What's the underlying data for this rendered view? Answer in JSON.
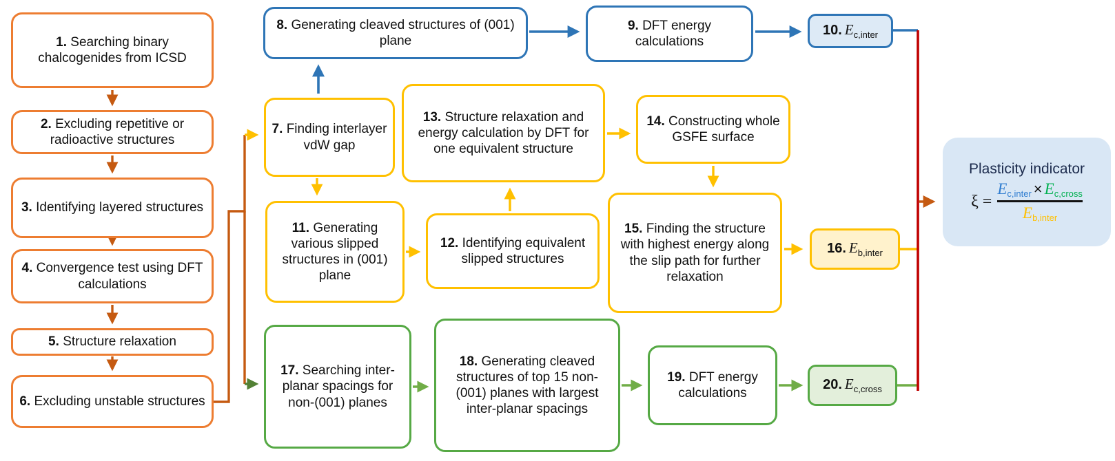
{
  "diagram": {
    "nodes": {
      "n1": {
        "num": "1.",
        "text": "Searching binary chalcogenides from ICSD"
      },
      "n2": {
        "num": "2.",
        "text": "Excluding repetitive or radioactive structures"
      },
      "n3": {
        "num": "3.",
        "text": "Identifying layered structures"
      },
      "n4": {
        "num": "4.",
        "text": "Convergence test using DFT calculations"
      },
      "n5": {
        "num": "5.",
        "text": "Structure relaxation"
      },
      "n6": {
        "num": "6.",
        "text": "Excluding unstable structures"
      },
      "n7": {
        "num": "7.",
        "text": "Finding interlayer vdW gap"
      },
      "n8": {
        "num": "8.",
        "text": "Generating cleaved structures of (001) plane"
      },
      "n9": {
        "num": "9.",
        "text": "DFT energy calculations"
      },
      "n10": {
        "num": "10.",
        "evar": "E",
        "sub": "c,inter"
      },
      "n11": {
        "num": "11.",
        "text": "Generating various slipped structures in (001) plane"
      },
      "n12": {
        "num": "12.",
        "text": "Identifying equivalent slipped structures"
      },
      "n13": {
        "num": "13.",
        "text": "Structure relaxation and energy calculation by DFT for one equivalent structure"
      },
      "n14": {
        "num": "14.",
        "text": "Constructing whole GSFE surface"
      },
      "n15": {
        "num": "15.",
        "text": "Finding the structure with highest energy along the slip path for further relaxation"
      },
      "n16": {
        "num": "16.",
        "evar": "E",
        "sub": "b,inter"
      },
      "n17": {
        "num": "17.",
        "text": "Searching inter-planar spacings for non-(001) planes"
      },
      "n18": {
        "num": "18.",
        "text": "Generating cleaved structures of top 15 non-(001) planes with largest inter-planar spacings"
      },
      "n19": {
        "num": "19.",
        "text": "DFT energy calculations"
      },
      "n20": {
        "num": "20.",
        "evar": "E",
        "sub": "c,cross"
      }
    },
    "indicator": {
      "title": "Plasticity indicator",
      "xi": "ξ =",
      "numerator_left": {
        "evar": "E",
        "sub": "c,inter"
      },
      "times": "×",
      "numerator_right": {
        "evar": "E",
        "sub": "c,cross"
      },
      "denominator": {
        "evar": "E",
        "sub": "b,inter"
      }
    },
    "colors": {
      "orange_border": "#ED7D31",
      "orange_arrow": "#C55A11",
      "blue_border": "#2E75B6",
      "blue_fill": "#DDEAF6",
      "yellow_border": "#FFC000",
      "yellow_fill": "#FFF2CC",
      "green_border": "#56A945",
      "green_arrow": "#70AD47",
      "green_branch_arrow": "#538135",
      "red_line": "#C00000",
      "indicator_fill": "#D9E7F5",
      "formula_blue": "#2E7CD0",
      "formula_green": "#00B050",
      "formula_gold": "#FFC000"
    }
  }
}
